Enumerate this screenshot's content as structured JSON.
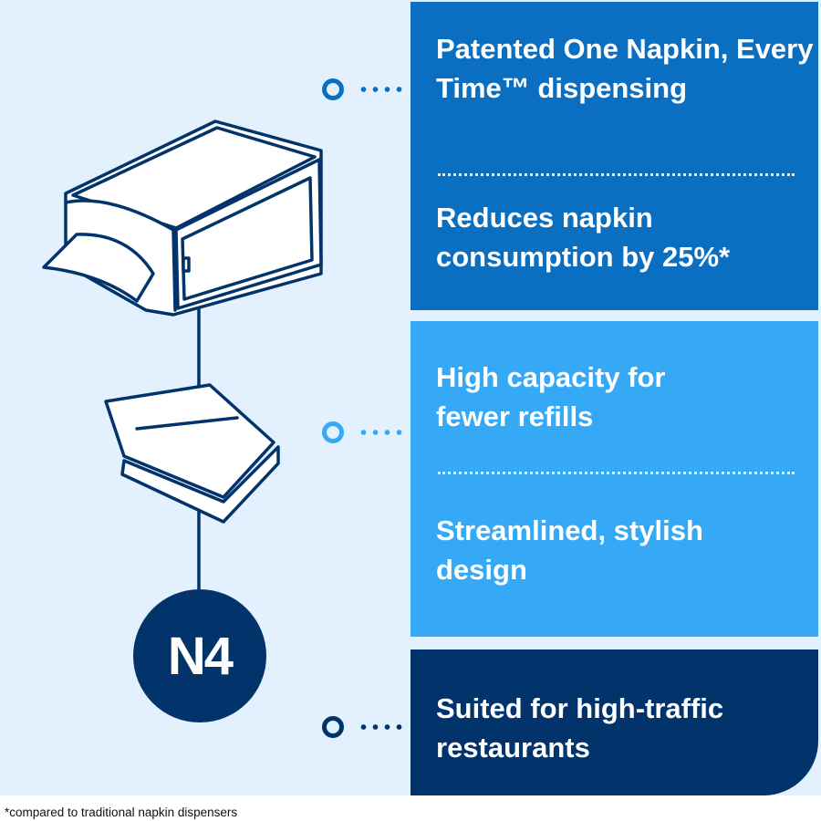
{
  "features": [
    {
      "text": "Patented One Napkin, Every Time™ dispensing"
    },
    {
      "text": "Reduces napkin consumption by 25%*"
    },
    {
      "text": "High capacity for fewer refills"
    },
    {
      "text": "Streamlined, stylish design"
    },
    {
      "text": "Suited for high-traffic restaurants"
    }
  ],
  "badge": "N4",
  "footnote": "*compared to traditional napkin dispensers",
  "colors": {
    "background": "#e3f0fd",
    "blue": "#0b6fc1",
    "light_blue": "#35a9f6",
    "navy": "#02336a"
  }
}
